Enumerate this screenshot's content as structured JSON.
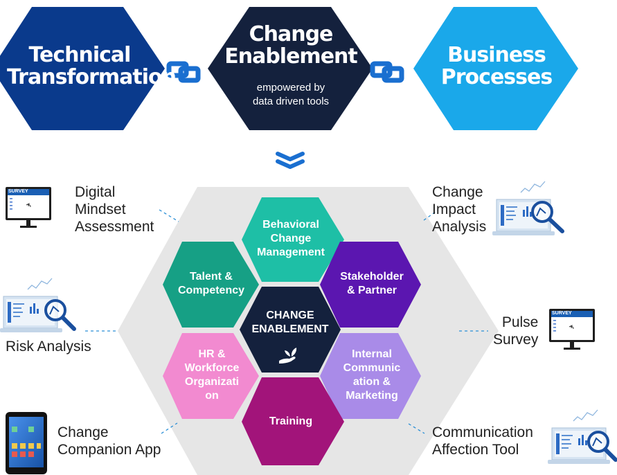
{
  "top": {
    "left": {
      "title_line1": "Technical",
      "title_line2": "Transformation",
      "color": "#0a3a8c"
    },
    "center": {
      "title_line1": "Change",
      "title_line2": "Enablement",
      "sub_line1": "empowered by",
      "sub_line2": "data driven tools",
      "color": "#14213d"
    },
    "right": {
      "title_line1": "Business",
      "title_line2": "Processes",
      "color": "#1aa8ea"
    }
  },
  "center_label": {
    "line1": "CHANGE",
    "line2": "ENABLEMENT"
  },
  "cells": {
    "behavioral": {
      "line1": "Behavioral",
      "line2": "Change",
      "line3": "Management",
      "color": "#1ebfa6"
    },
    "talent": {
      "line1": "Talent &",
      "line2": "Competency",
      "color": "#16a085"
    },
    "stakeholder": {
      "line1": "Stakeholder",
      "line2": "& Partner",
      "color": "#5b16b0"
    },
    "hr": {
      "line1": "HR &",
      "line2": "Workforce",
      "line3": "Organizati",
      "line4": "on",
      "color": "#f28ad0"
    },
    "internal": {
      "line1": "Internal",
      "line2": "Communic",
      "line3": "ation &",
      "line4": "Marketing",
      "color": "#a98be8"
    },
    "training": {
      "line1": "Training",
      "color": "#a2147a"
    }
  },
  "tools": {
    "digital_mindset": {
      "line1": "Digital",
      "line2": "Mindset",
      "line3": "Assessment"
    },
    "change_impact": {
      "line1": "Change",
      "line2": "Impact",
      "line3": "Analysis"
    },
    "risk_analysis": {
      "line1": "Risk Analysis"
    },
    "pulse_survey": {
      "line1": "Pulse",
      "line2": "Survey"
    },
    "companion_app": {
      "line1": "Change",
      "line2": "Companion App"
    },
    "communication": {
      "line1": "Communication",
      "line2": "Affection Tool"
    }
  },
  "survey_label": "SURVEY",
  "colors": {
    "link": "#1a6fd0",
    "dashed": "#2a8fd6",
    "background_hex": "#e6e6e6"
  }
}
